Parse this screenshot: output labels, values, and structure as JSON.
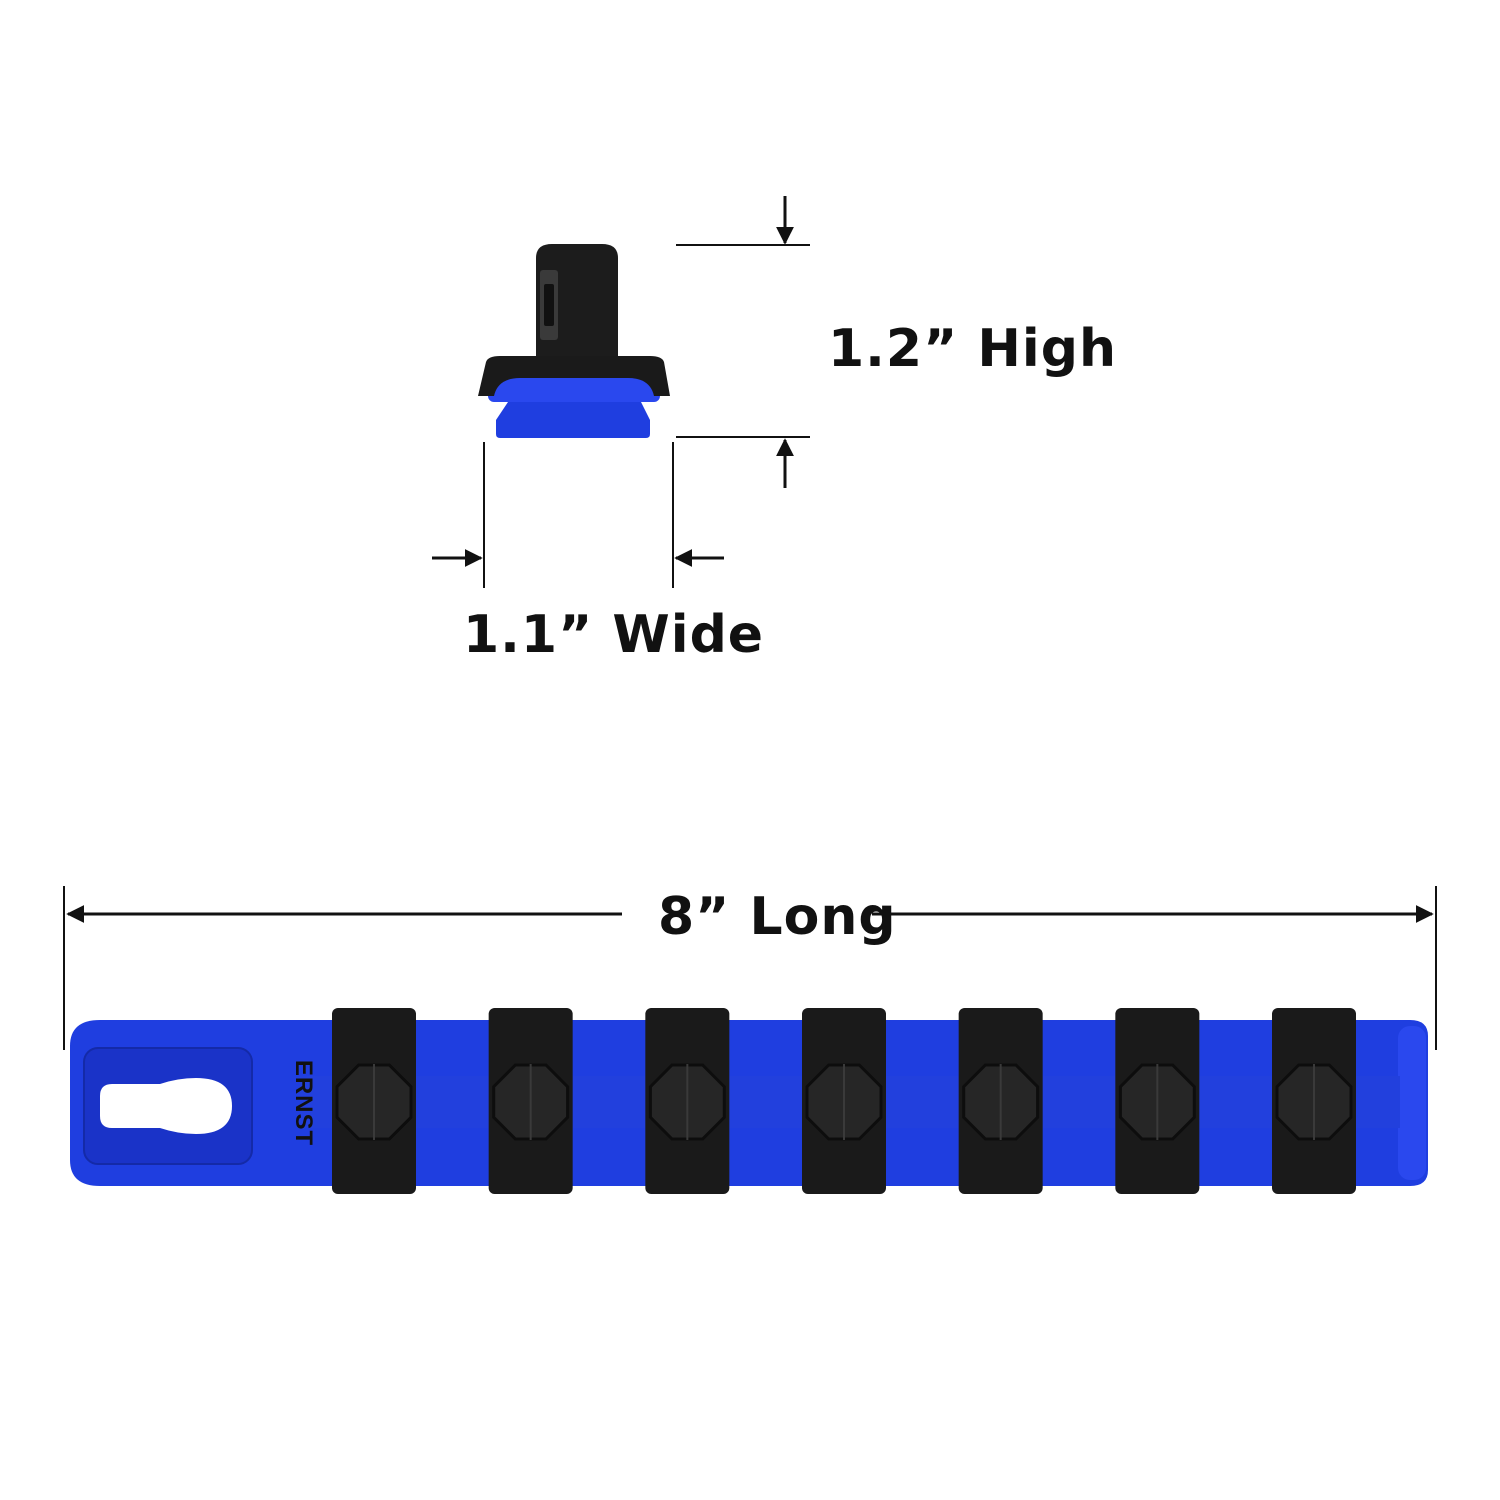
{
  "dimensions": {
    "height": "1.2” High",
    "width": "1.1” Wide",
    "length": "8” Long"
  },
  "rail": {
    "brand": "ERNST",
    "clip_count": 7
  },
  "colors": {
    "rail_blue": "#1f3ee0",
    "clip_black": "#1a1a1a",
    "line": "#111111",
    "background": "#ffffff"
  },
  "icons": {
    "arrow": "arrow-icon",
    "keyhole": "keyhole-slot-icon"
  }
}
